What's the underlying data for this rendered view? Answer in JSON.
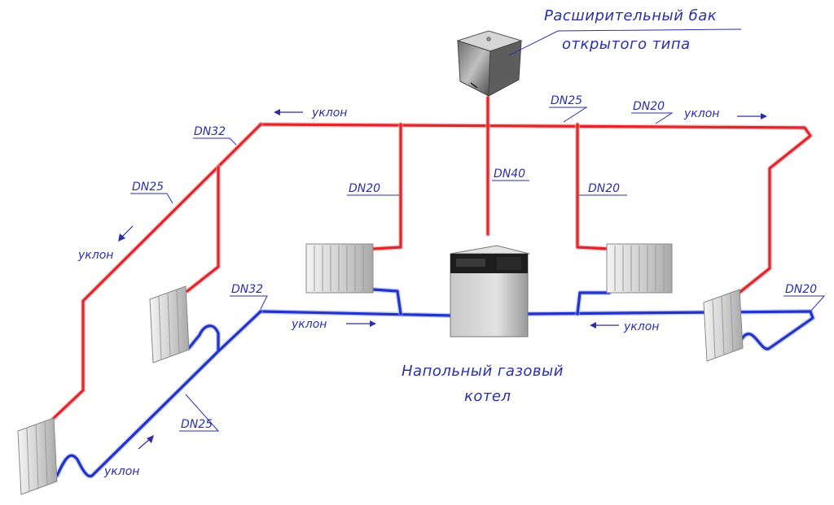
{
  "title_tank_line1": "Расширительный бак",
  "title_tank_line2": "открытого типа",
  "boiler_line1": "Напольный газовый",
  "boiler_line2": "котел",
  "labels": {
    "dn32_top": "DN32",
    "dn25_left": "DN25",
    "dn20_center_left": "DN20",
    "dn40": "DN40",
    "dn25_top_right": "DN25",
    "dn20_top_right": "DN20",
    "dn20_center_right": "DN20",
    "dn32_return": "DN32",
    "dn20_return_right": "DN20",
    "dn25_return": "DN25"
  },
  "slope_text": "уклон",
  "colors": {
    "supply": "#e0262b",
    "return": "#2233c8",
    "labels": "#2a2fa8"
  }
}
